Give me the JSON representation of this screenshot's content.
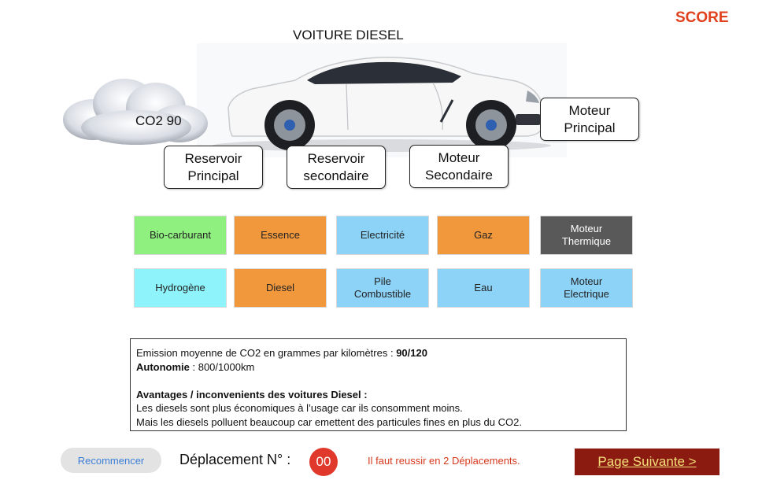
{
  "header": {
    "score_label": "SCORE",
    "title": "VOITURE DIESEL"
  },
  "emission_cloud": {
    "label": "CO2 90"
  },
  "slots": {
    "engine_main": "Moteur\nPrincipal",
    "tank_main": "Reservoir\nPrincipal",
    "tank_secondary": "Reservoir\nsecondaire",
    "engine_secondary": "Moteur\nSecondaire"
  },
  "tiles": {
    "row1": [
      "Bio-carburant",
      "Essence",
      "Electricité",
      "Gaz",
      "Moteur\nThermique"
    ],
    "row2": [
      "Hydrogène",
      "Diesel",
      "Pile\nCombustible",
      "Eau",
      "Moteur\nElectrique"
    ]
  },
  "info": {
    "emission_text": "Emission moyenne de CO2 en grammes par kilomètres : ",
    "emission_value": "90/120",
    "autonomy_label": "Autonomie",
    "autonomy_value": " :  800/1000km",
    "pros_cons_title": "Avantages / inconvenients des voitures Diesel :",
    "line1": "Les diesels sont plus économiques à l’usage car ils consomment moins.",
    "line2": "Mais les diesels polluent beaucoup car emettent des particules fines en plus du CO2."
  },
  "footer": {
    "restart_label": "Recommencer",
    "moves_label": "Déplacement N° :",
    "moves_count": "00",
    "hint": "Il faut reussir en 2 Déplacements.",
    "next_label": "Page Suivante >"
  },
  "colors": {
    "score": "#e0401c",
    "green_tile": "#8ff07f",
    "orange_tile": "#f1983d",
    "blue_tile": "#8dd3f8",
    "cyan_tile": "#8ff3fb",
    "dark_tile": "#595959",
    "counter": "#e0382b",
    "next_button": "#8b1a10",
    "next_text": "#f3e07a"
  },
  "icons": [
    "cloud-icon",
    "car-image"
  ]
}
